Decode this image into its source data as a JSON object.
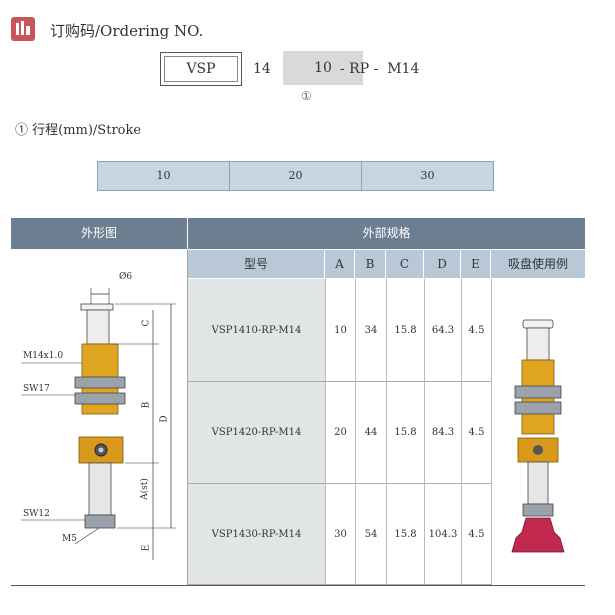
{
  "header": {
    "title": "订购码/Ordering NO."
  },
  "order_code": {
    "series": "VSP",
    "size": "14",
    "stroke": "10",
    "suffix": "- RP -  M14",
    "note_marker": "①"
  },
  "stroke_section": {
    "label": "① 行程(mm)/Stroke",
    "values": [
      "10",
      "20",
      "30"
    ]
  },
  "table": {
    "outline_title": "外形图",
    "spec_title": "外部规格",
    "columns": [
      "型号",
      "A",
      "B",
      "C",
      "D",
      "E",
      "吸盘使用例"
    ],
    "rows": [
      {
        "model": "VSP1410-RP-M14",
        "A": "10",
        "B": "34",
        "C": "15.8",
        "D": "64.3",
        "E": "4.5"
      },
      {
        "model": "VSP1420-RP-M14",
        "A": "20",
        "B": "44",
        "C": "15.8",
        "D": "84.3",
        "E": "4.5"
      },
      {
        "model": "VSP1430-RP-M14",
        "A": "30",
        "B": "54",
        "C": "15.8",
        "D": "104.3",
        "E": "4.5"
      }
    ]
  },
  "drawing_labels": {
    "phi6": "Ø6",
    "m14": "M14x1.0",
    "sw17": "SW17",
    "sw12": "SW12",
    "m5": "M5",
    "C": "C",
    "B": "B",
    "D": "D",
    "A": "A(st)",
    "E": "E"
  },
  "colors": {
    "brand": "#c8555b",
    "header_bg": "#6c7f91",
    "col_header_bg": "#b9c8d6",
    "brass": "#e0a520",
    "cup": "#c2294e"
  }
}
